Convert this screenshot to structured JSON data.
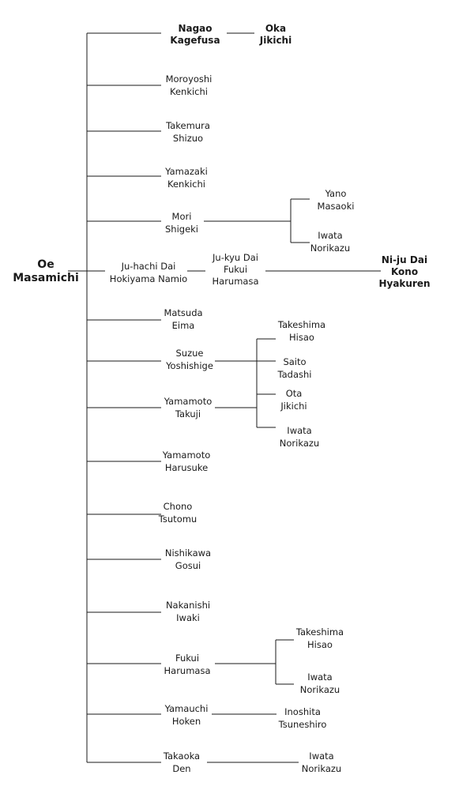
{
  "root": {
    "id": "oe",
    "lines": [
      "Oe",
      "Masamichi"
    ]
  },
  "nodes": [
    {
      "id": "nagao",
      "lines": [
        "Nagao",
        "Kagefusa"
      ],
      "parent": "oe"
    },
    {
      "id": "oka",
      "lines": [
        "Oka",
        "Jikichi"
      ],
      "parent": "nagao"
    },
    {
      "id": "moroyoshi",
      "lines": [
        "Moroyoshi",
        "Kenkichi"
      ],
      "parent": "oe"
    },
    {
      "id": "takemura",
      "lines": [
        "Takemura",
        "Shizuo"
      ],
      "parent": "oe"
    },
    {
      "id": "yamazaki",
      "lines": [
        "Yamazaki",
        "Kenkichi"
      ],
      "parent": "oe"
    },
    {
      "id": "mori",
      "lines": [
        "Mori",
        "Shigeki"
      ],
      "parent": "oe"
    },
    {
      "id": "yano",
      "lines": [
        "Yano",
        "Masaoki"
      ],
      "parent": "mori"
    },
    {
      "id": "iwata_mori",
      "lines": [
        "Iwata",
        "Norikazu"
      ],
      "parent": "mori"
    },
    {
      "id": "juhachi",
      "lines": [
        "Ju-hachi Dai",
        "Hokiyama Namio"
      ],
      "parent": "oe"
    },
    {
      "id": "jukyu",
      "lines": [
        "Ju-kyu Dai",
        "Fukui",
        "Harumasa"
      ],
      "parent": "juhachi"
    },
    {
      "id": "nijudai",
      "lines": [
        "Ni-ju Dai",
        "Kono",
        "Hyakuren"
      ],
      "parent": "jukyu"
    },
    {
      "id": "matsuda",
      "lines": [
        "Matsuda",
        "Eima"
      ],
      "parent": "oe"
    },
    {
      "id": "suzue",
      "lines": [
        "Suzue",
        "Yoshishige"
      ],
      "parent": "oe"
    },
    {
      "id": "takeshima_s",
      "lines": [
        "Takeshima",
        "Hisao"
      ],
      "parent": "suzue"
    },
    {
      "id": "saito",
      "lines": [
        "Saito",
        "Tadashi"
      ],
      "parent": "suzue"
    },
    {
      "id": "yamamoto_t",
      "lines": [
        "Yamamoto",
        "Takuji"
      ],
      "parent": "oe"
    },
    {
      "id": "ota",
      "lines": [
        "Ota",
        "Jikichi"
      ],
      "parent": "yamamoto_t"
    },
    {
      "id": "iwata_yt",
      "lines": [
        "Iwata",
        "Norikazu"
      ],
      "parent": "yamamoto_t"
    },
    {
      "id": "yamamoto_h",
      "lines": [
        "Yamamoto",
        "Harusuke"
      ],
      "parent": "oe"
    },
    {
      "id": "chono",
      "lines": [
        "Chono",
        "Tsutomu"
      ],
      "parent": "oe"
    },
    {
      "id": "nishikawa",
      "lines": [
        "Nishikawa",
        "Gosui"
      ],
      "parent": "oe"
    },
    {
      "id": "nakanishi",
      "lines": [
        "Nakanishi",
        "Iwaki"
      ],
      "parent": "oe"
    },
    {
      "id": "fukui",
      "lines": [
        "Fukui",
        "Harumasa"
      ],
      "parent": "oe"
    },
    {
      "id": "takeshima_f",
      "lines": [
        "Takeshima",
        "Hisao"
      ],
      "parent": "fukui"
    },
    {
      "id": "iwata_f",
      "lines": [
        "Iwata",
        "Norikazu"
      ],
      "parent": "fukui"
    },
    {
      "id": "yamauchi",
      "lines": [
        "Yamauchi",
        "Hoken"
      ],
      "parent": "oe"
    },
    {
      "id": "inoshita",
      "lines": [
        "Inoshita",
        "Tsuneshiro"
      ],
      "parent": "yamauchi"
    },
    {
      "id": "takaoka",
      "lines": [
        "Takaoka",
        "Den"
      ],
      "parent": "oe"
    },
    {
      "id": "iwata_t",
      "lines": [
        "Iwata",
        "Norikazu"
      ],
      "parent": "takaoka"
    }
  ]
}
